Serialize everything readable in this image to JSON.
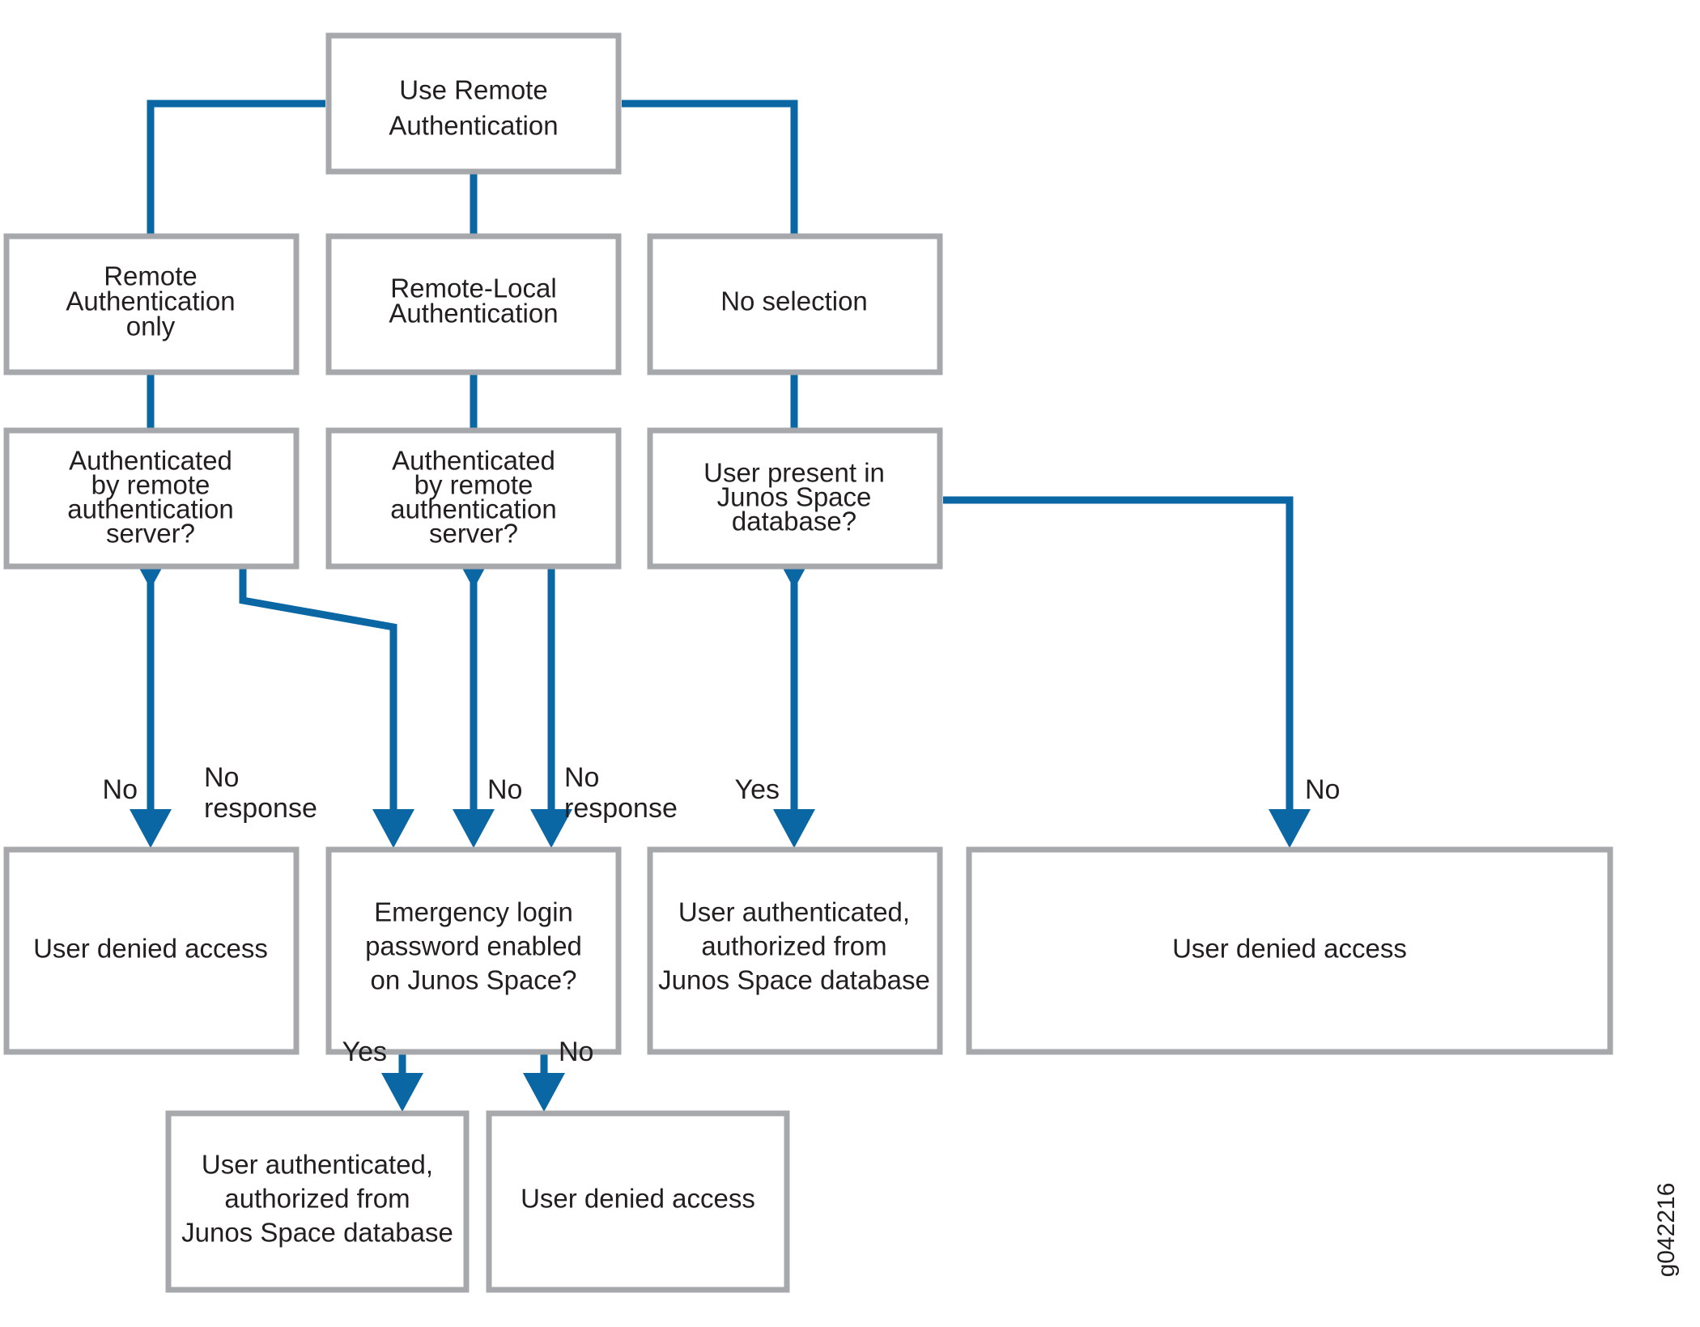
{
  "figure": {
    "id_label": "g042216",
    "colors": {
      "box_border": "#a6a8ab",
      "box_fill": "#ffffff",
      "connector": "#0a67a3",
      "text": "#231f20",
      "background": "#ffffff"
    }
  },
  "chart_data": {
    "type": "diagram",
    "diagram_kind": "flowchart",
    "title": "",
    "nodes": [
      {
        "id": "n1",
        "label": "Use Remote\nAuthentication",
        "lines": [
          "Use Remote",
          "Authentication"
        ],
        "row": 1
      },
      {
        "id": "n2",
        "label": "Remote Authentication only",
        "lines": [
          "Remote",
          "Authentication",
          "only"
        ],
        "row": 2
      },
      {
        "id": "n3",
        "label": "Remote-Local Authentication",
        "lines": [
          "Remote-Local",
          "Authentication"
        ],
        "row": 2
      },
      {
        "id": "n4",
        "label": "No selection",
        "lines": [
          "No selection"
        ],
        "row": 2
      },
      {
        "id": "n5",
        "label": "Authenticated by remote authentication server?",
        "lines": [
          "Authenticated",
          "by remote",
          "authentication",
          "server?"
        ],
        "row": 3
      },
      {
        "id": "n6",
        "label": "Authenticated by remote authentication server?",
        "lines": [
          "Authenticated",
          "by remote",
          "authentication",
          "server?"
        ],
        "row": 3
      },
      {
        "id": "n7",
        "label": "User present in Junos Space database?",
        "lines": [
          "User present in",
          "Junos Space",
          "database?"
        ],
        "row": 3
      },
      {
        "id": "n8",
        "label": "User denied access",
        "lines": [
          "User denied access"
        ],
        "row": 4
      },
      {
        "id": "n9",
        "label": "Emergency login password enabled on Junos Space?",
        "lines": [
          "Emergency login",
          "password enabled",
          "on Junos Space?"
        ],
        "row": 4
      },
      {
        "id": "n10",
        "label": "User authenticated, authorized from Junos Space database",
        "lines": [
          "User authenticated,",
          "authorized from",
          "Junos Space database"
        ],
        "row": 4
      },
      {
        "id": "n11",
        "label": "User denied access",
        "lines": [
          "User denied access"
        ],
        "row": 4
      },
      {
        "id": "n12",
        "label": "User authenticated, authorized from Junos Space database",
        "lines": [
          "User authenticated,",
          "authorized from",
          "Junos Space database"
        ],
        "row": 5
      },
      {
        "id": "n13",
        "label": "User denied access",
        "lines": [
          "User denied access"
        ],
        "row": 5
      }
    ],
    "edges": [
      {
        "from": "n1",
        "to": "n2",
        "label": ""
      },
      {
        "from": "n1",
        "to": "n3",
        "label": ""
      },
      {
        "from": "n1",
        "to": "n4",
        "label": ""
      },
      {
        "from": "n2",
        "to": "n5",
        "label": ""
      },
      {
        "from": "n3",
        "to": "n6",
        "label": ""
      },
      {
        "from": "n4",
        "to": "n7",
        "label": ""
      },
      {
        "from": "n5",
        "to": "n8",
        "label": "No"
      },
      {
        "from": "n5",
        "to": "n9",
        "label": "No response"
      },
      {
        "from": "n6",
        "to": "n9",
        "label": "No"
      },
      {
        "from": "n6",
        "to": "n9",
        "label": "No response"
      },
      {
        "from": "n7",
        "to": "n10",
        "label": "Yes"
      },
      {
        "from": "n7",
        "to": "n11",
        "label": "No"
      },
      {
        "from": "n9",
        "to": "n12",
        "label": "Yes"
      },
      {
        "from": "n9",
        "to": "n13",
        "label": "No"
      }
    ],
    "edge_labels": [
      "No",
      "No response",
      "No",
      "No response",
      "Yes",
      "No",
      "Yes",
      "No"
    ]
  },
  "nodes": {
    "n1_l1": "Use Remote",
    "n1_l2": "Authentication",
    "n2_l1": "Remote",
    "n2_l2": "Authentication",
    "n2_l3": "only",
    "n3_l1": "Remote-Local",
    "n3_l2": "Authentication",
    "n4_l1": "No selection",
    "n5_l1": "Authenticated",
    "n5_l2": "by remote",
    "n5_l3": "authentication",
    "n5_l4": "server?",
    "n6_l1": "Authenticated",
    "n6_l2": "by remote",
    "n6_l3": "authentication",
    "n6_l4": "server?",
    "n7_l1": "User present in",
    "n7_l2": "Junos Space",
    "n7_l3": "database?",
    "n8_l1": "User denied access",
    "n9_l1": "Emergency login",
    "n9_l2": "password enabled",
    "n9_l3": "on Junos Space?",
    "n10_l1": "User authenticated,",
    "n10_l2": "authorized from",
    "n10_l3": "Junos Space database",
    "n11_l1": "User denied access",
    "n12_l1": "User authenticated,",
    "n12_l2": "authorized from",
    "n12_l3": "Junos Space database",
    "n13_l1": "User denied access"
  },
  "edge_labels": {
    "e1_no": "No",
    "e2_no": "No",
    "e2_response": "response",
    "e3_no": "No",
    "e4_no": "No",
    "e4_response": "response",
    "e5_yes": "Yes",
    "e6_no": "No",
    "e7_yes": "Yes",
    "e8_no": "No"
  }
}
